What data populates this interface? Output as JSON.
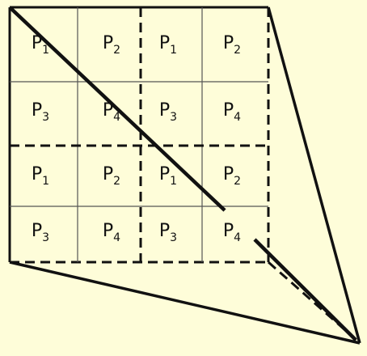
{
  "colors": {
    "background": "#fefdd9",
    "ink": "#111111",
    "thin_grid": "#555555"
  },
  "grid": {
    "rows": [
      [
        {
          "letter": "P",
          "sub": "1"
        },
        {
          "letter": "P",
          "sub": "2"
        },
        {
          "letter": "P",
          "sub": "1"
        },
        {
          "letter": "P",
          "sub": "2"
        }
      ],
      [
        {
          "letter": "P",
          "sub": "3"
        },
        {
          "letter": "P",
          "sub": "4"
        },
        {
          "letter": "P",
          "sub": "3"
        },
        {
          "letter": "P",
          "sub": "4"
        }
      ],
      [
        {
          "letter": "P",
          "sub": "1"
        },
        {
          "letter": "P",
          "sub": "2"
        },
        {
          "letter": "P",
          "sub": "1"
        },
        {
          "letter": "P",
          "sub": "2"
        }
      ],
      [
        {
          "letter": "P",
          "sub": "3"
        },
        {
          "letter": "P",
          "sub": "4"
        },
        {
          "letter": "P",
          "sub": "3"
        },
        {
          "letter": "P",
          "sub": "4"
        }
      ]
    ]
  }
}
